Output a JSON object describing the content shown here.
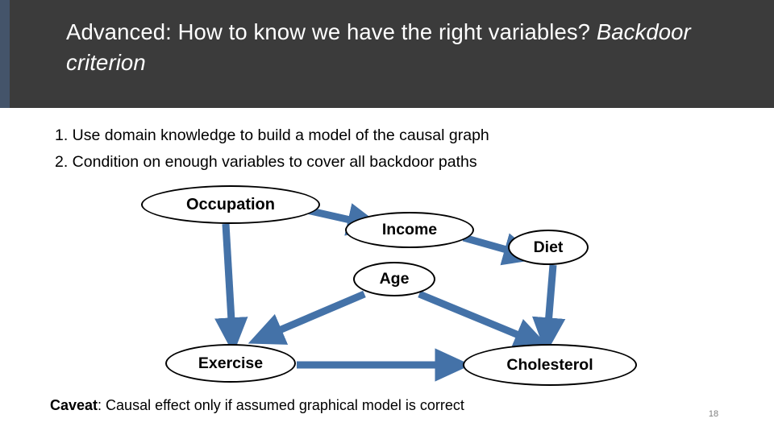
{
  "slide": {
    "title_main": "Advanced: How to know we have the right variables? ",
    "title_emphasis": "Backdoor criterion",
    "bullets": [
      "1. Use domain knowledge to build a model of the causal graph",
      "2. Condition on enough variables to cover all backdoor paths"
    ],
    "caveat_label": "Caveat",
    "caveat_text": ": Causal effect only if assumed graphical model is correct",
    "slide_number": "18",
    "colors": {
      "banner": "#3b3b3b",
      "accent_bar": "#44546a",
      "arrow": "#4472a8",
      "node_border": "#000000",
      "slide_number": "#7f7f7f"
    }
  },
  "diagram": {
    "nodes": [
      {
        "id": "occupation",
        "label": "Occupation"
      },
      {
        "id": "income",
        "label": "Income"
      },
      {
        "id": "diet",
        "label": "Diet"
      },
      {
        "id": "age",
        "label": "Age"
      },
      {
        "id": "exercise",
        "label": "Exercise"
      },
      {
        "id": "cholesterol",
        "label": "Cholesterol"
      }
    ],
    "edges": [
      {
        "from": "occupation",
        "to": "income"
      },
      {
        "from": "occupation",
        "to": "exercise"
      },
      {
        "from": "income",
        "to": "diet"
      },
      {
        "from": "age",
        "to": "exercise"
      },
      {
        "from": "age",
        "to": "cholesterol"
      },
      {
        "from": "diet",
        "to": "cholesterol"
      },
      {
        "from": "exercise",
        "to": "cholesterol"
      }
    ]
  }
}
